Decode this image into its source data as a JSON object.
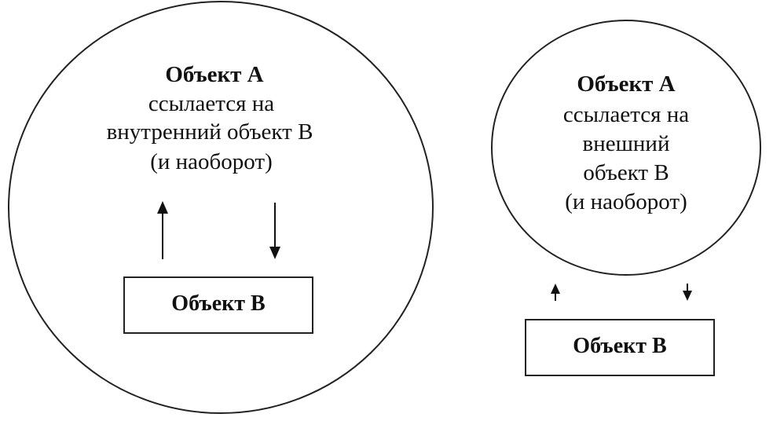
{
  "left_diagram": {
    "outer_label_lines": [
      "Объект А",
      "ссылается  на",
      "внутренний объект В",
      "(и наоборот)"
    ],
    "inner_label": "Объект В"
  },
  "right_diagram": {
    "outer_label_lines": [
      "Объект А",
      "ссылается  на",
      "внешний",
      "объект В",
      "(и наоборот)"
    ],
    "inner_label": "Объект В"
  },
  "colors": {
    "background": "#ffffff",
    "stroke": "#222222",
    "text": "#111111"
  }
}
